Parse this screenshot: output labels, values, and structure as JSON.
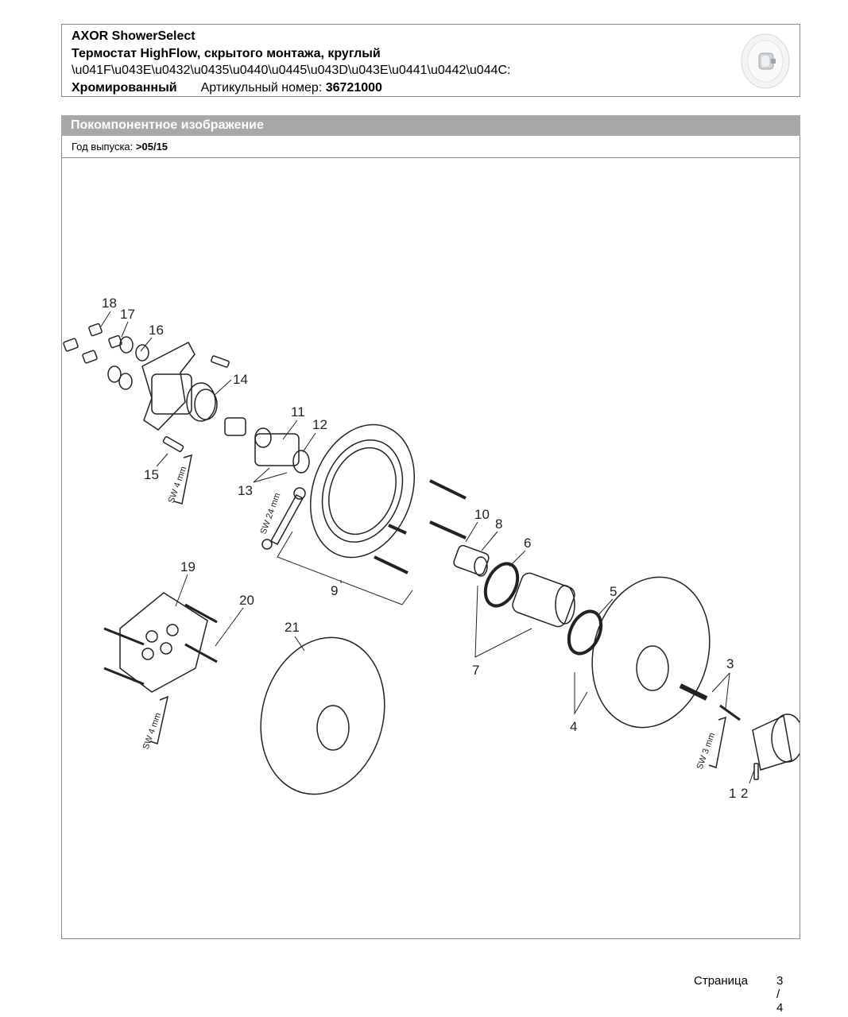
{
  "header": {
    "brand": "AXOR ShowerSelect",
    "product_name": "Термостат HighFlow, скрытого монтажа, круглый",
    "escaped_line": "\\u041F\\u043E\\u0432\\u0435\\u0440\\u0445\\u043D\\u043E\\u0441\\u0442\\u044C:",
    "finish": "Хромированный",
    "article_label": "Артикульный номер:",
    "article_number": "36721000"
  },
  "section": {
    "title": "Покомпонентное изображение",
    "year_label": "Год выпуска:",
    "year_value": ">05/15"
  },
  "diagram": {
    "callouts": [
      "1",
      "2",
      "3",
      "4",
      "5",
      "6",
      "7",
      "8",
      "9",
      "10",
      "11",
      "12",
      "13",
      "14",
      "15",
      "16",
      "17",
      "18",
      "19",
      "20",
      "21"
    ],
    "tool_labels": [
      "SW 4 mm",
      "SW 24 mm",
      "SW 4 mm",
      "SW 3 mm"
    ]
  },
  "footer": {
    "page_label": "Страница",
    "page_number": "3 / 4"
  }
}
